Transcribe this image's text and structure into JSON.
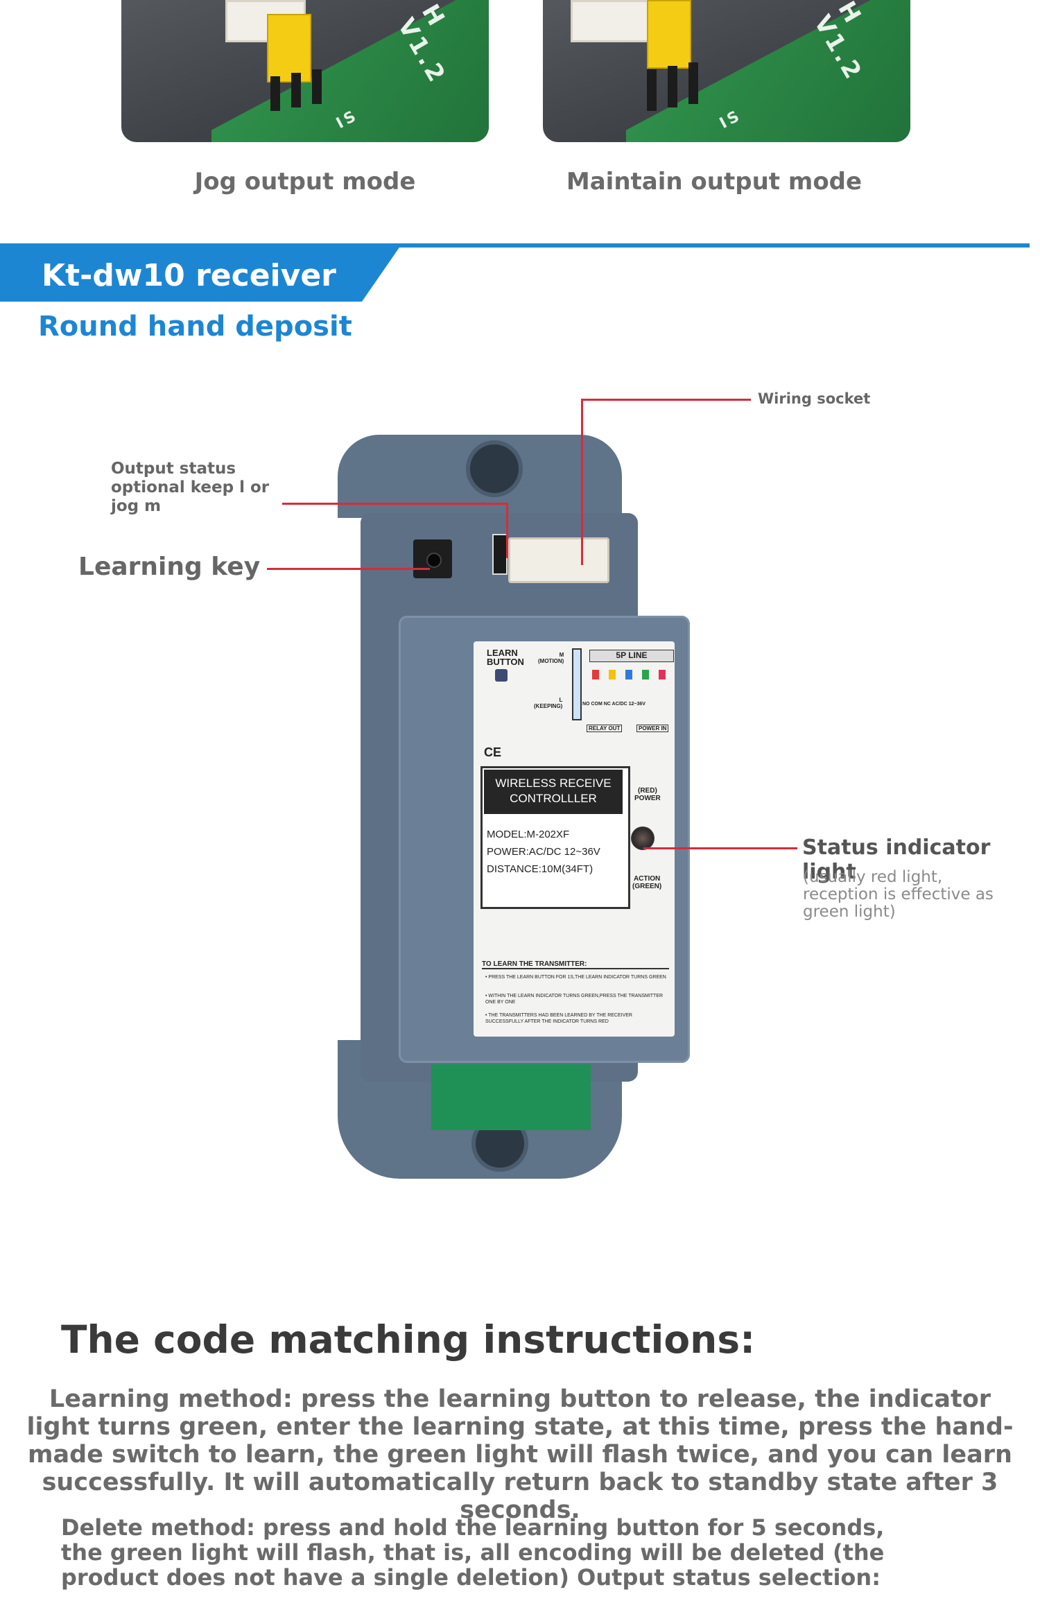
{
  "photos": {
    "left_label": "Jog output mode",
    "right_label": "Maintain output mode",
    "left_silk": "H V1.2",
    "right_silk": "H V1.2",
    "pin_label": "IS"
  },
  "banner": {
    "title": "Kt-dw10 receiver",
    "subtitle": "Round hand deposit"
  },
  "callouts": {
    "wiring_socket": "Wiring socket",
    "output_status": "Output status\noptional keep l or\njog m",
    "learning_key": "Learning key",
    "status_light": "Status indicator light",
    "status_light_note": "(usually red light,\nreception is effective as\ngreen light)"
  },
  "device_label": {
    "learn_button": "LEARN\nBUTTON",
    "motion": "M\n(MOTION)",
    "keeping": "L\n(KEEPING)",
    "line": "5P LINE",
    "terminals": "NO  COM  NC  AC/DC 12~36V",
    "relay_out": "RELAY OUT",
    "power_in": "POWER IN",
    "ce": "CE",
    "heading": "WIRELESS RECEIVE\nCONTROLLLER",
    "model": "MODEL:M-202XF",
    "power": "POWER:AC/DC 12~36V",
    "distance": "DISTANCE:10M(34FT)",
    "red_power": "(RED)\nPOWER",
    "action_green": "ACTION\n(GREEN)",
    "learn_title": "TO LEARN THE TRANSMITTER:",
    "step1": "• PRESS THE LEARN BUTTON FOR 1S,THE LEARN INDICATOR TURNS GREEN",
    "step2": "• WITHIN THE LEARN INDICATOR TURNS GREEN,PRESS THE TRANSMITTER ONE BY ONE",
    "step3": "• THE TRANSMITTERS HAD BEEN LEARNED BY THE RECEIVER SUCCESSFULLY AFTER THE INDICATOR TURNS RED",
    "swatch_colors": [
      "#e23b3b",
      "#f2c20f",
      "#2f7ad9",
      "#2aa44a",
      "#e2305a"
    ]
  },
  "instructions": {
    "title": "The code matching instructions:",
    "learning": "Learning method: press the learning button to release, the indicator light turns green, enter the learning state, at this time, press the hand-made switch to learn, the green light will flash twice, and you can learn successfully. It will automatically return back to standby state after 3 seconds.",
    "delete": "Delete method: press and hold the learning button for 5 seconds, the green light will flash, that is, all encoding will be deleted (the product does not have a single deletion) Output status selection:"
  }
}
